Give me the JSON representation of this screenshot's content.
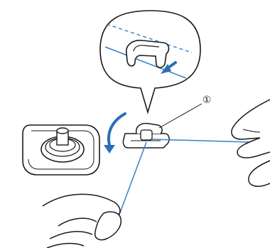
{
  "callouts": [
    {
      "label": "①"
    }
  ],
  "colors": {
    "thread": "#3b7fc4",
    "arrow": "#2a6fb5",
    "outline": "#1a1a1a",
    "fill": "#ffffff"
  },
  "icons": [
    "bobbin-winder-spindle",
    "thread-guide",
    "hand-holding-thread"
  ]
}
